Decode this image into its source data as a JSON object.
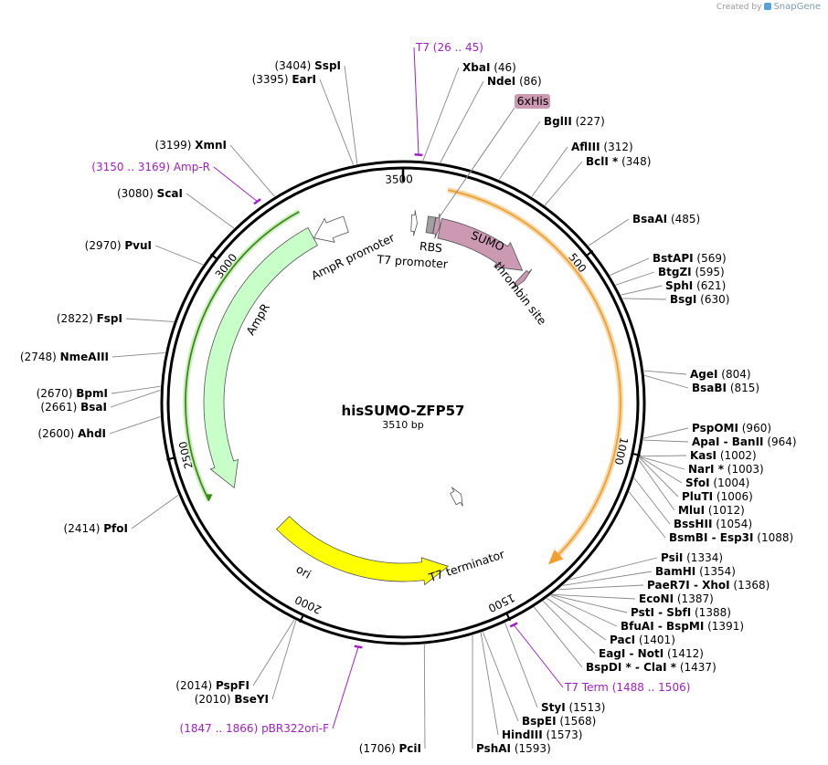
{
  "credit": {
    "text": "Created by",
    "brand": "SnapGene"
  },
  "plasmid": {
    "name": "hisSUMO-ZFP57",
    "length_label": "3510 bp",
    "length": 3510
  },
  "ticks": [
    {
      "pos": 500,
      "label": "500"
    },
    {
      "pos": 1000,
      "label": "1000"
    },
    {
      "pos": 1500,
      "label": "1500"
    },
    {
      "pos": 2000,
      "label": "2000"
    },
    {
      "pos": 2500,
      "label": "2500"
    },
    {
      "pos": 3000,
      "label": "3000"
    },
    {
      "pos": 3500,
      "label": "3500"
    }
  ],
  "features": [
    {
      "name": "AmpR",
      "start": 2371,
      "end": 3232,
      "strand": -1,
      "color": "#c8ffc8",
      "label": "AmpR"
    },
    {
      "name": "AmpR promoter",
      "start": 3233,
      "end": 3337,
      "strand": -1,
      "color": "#ffffff",
      "label": "AmpR promoter"
    },
    {
      "name": "ori",
      "start": 1605,
      "end": 2193,
      "strand": -1,
      "color": "#ffff00",
      "label": "ori"
    },
    {
      "name": "T7 promoter",
      "start": 26,
      "end": 44,
      "strand": 1,
      "color": "#ffffff",
      "label": "T7 promoter"
    },
    {
      "name": "RBS",
      "start": 75,
      "end": 97,
      "strand": 0,
      "color": "#a0a0a0",
      "label": "RBS"
    },
    {
      "name": "6xHis",
      "start": 98,
      "end": 115,
      "strand": 1,
      "color": "#cc99b2",
      "label": "6xHis"
    },
    {
      "name": "SUMO",
      "start": 116,
      "end": 410,
      "strand": 1,
      "color": "#cc99b2",
      "label": "SUMO"
    },
    {
      "name": "thrombin site",
      "start": 420,
      "end": 437,
      "strand": 1,
      "color": "#cc99b2",
      "label": "thrombin site"
    },
    {
      "name": "T7 terminator",
      "start": 1440,
      "end": 1487,
      "strand": -1,
      "color": "#ffffff",
      "label": "T7 terminator"
    }
  ],
  "orf_arcs": [
    {
      "name": "ZFP57 ORF",
      "start": 116,
      "end": 1330,
      "color": "#f0a030"
    },
    {
      "name": "AmpR ORF",
      "start": 2371,
      "end": 3232,
      "color": "#3a8a1a"
    }
  ],
  "sites": [
    {
      "name": "SspI",
      "pos": "(3404)",
      "side": "left"
    },
    {
      "name": "EarI",
      "pos": "(3395)",
      "side": "left"
    },
    {
      "name": "XmnI",
      "pos": "(3199)",
      "side": "left"
    },
    {
      "name": "ScaI",
      "pos": "(3080)",
      "side": "left"
    },
    {
      "name": "PvuI",
      "pos": "(2970)",
      "side": "left"
    },
    {
      "name": "FspI",
      "pos": "(2822)",
      "side": "left"
    },
    {
      "name": "NmeAIII",
      "pos": "(2748)",
      "side": "left"
    },
    {
      "name": "BpmI",
      "pos": "(2670)",
      "side": "left"
    },
    {
      "name": "BsaI",
      "pos": "(2661)",
      "side": "left"
    },
    {
      "name": "AhdI",
      "pos": "(2600)",
      "side": "left"
    },
    {
      "name": "PfoI",
      "pos": "(2414)",
      "side": "left"
    },
    {
      "name": "PspFI",
      "pos": "(2014)",
      "side": "left"
    },
    {
      "name": "BseYI",
      "pos": "(2010)",
      "side": "left"
    },
    {
      "name": "PciI",
      "pos": "(1706)",
      "side": "left"
    },
    {
      "name": "XbaI",
      "pos": "(46)",
      "side": "right"
    },
    {
      "name": "NdeI",
      "pos": "(86)",
      "side": "right"
    },
    {
      "name": "BglII",
      "pos": "(227)",
      "side": "right"
    },
    {
      "name": "AflIII",
      "pos": "(312)",
      "side": "right"
    },
    {
      "name": "BclI *",
      "pos": "(348)",
      "side": "right"
    },
    {
      "name": "BsaAI",
      "pos": "(485)",
      "side": "right"
    },
    {
      "name": "BstAPI",
      "pos": "(569)",
      "side": "right"
    },
    {
      "name": "BtgZI",
      "pos": "(595)",
      "side": "right"
    },
    {
      "name": "SphI",
      "pos": "(621)",
      "side": "right"
    },
    {
      "name": "BsgI",
      "pos": "(630)",
      "side": "right"
    },
    {
      "name": "AgeI",
      "pos": "(804)",
      "side": "right"
    },
    {
      "name": "BsaBI",
      "pos": "(815)",
      "side": "right"
    },
    {
      "name": "PspOMI",
      "pos": "(960)",
      "side": "right"
    },
    {
      "name": "ApaI  -  BanII",
      "pos": "(964)",
      "side": "right"
    },
    {
      "name": "KasI",
      "pos": "(1002)",
      "side": "right"
    },
    {
      "name": "NarI *",
      "pos": "(1003)",
      "side": "right"
    },
    {
      "name": "SfoI",
      "pos": "(1004)",
      "side": "right"
    },
    {
      "name": "PluTI",
      "pos": "(1006)",
      "side": "right"
    },
    {
      "name": "MluI",
      "pos": "(1012)",
      "side": "right"
    },
    {
      "name": "BssHII",
      "pos": "(1054)",
      "side": "right"
    },
    {
      "name": "BsmBI  -  Esp3I",
      "pos": "(1088)",
      "side": "right"
    },
    {
      "name": "PsiI",
      "pos": "(1334)",
      "side": "right"
    },
    {
      "name": "BamHI",
      "pos": "(1354)",
      "side": "right"
    },
    {
      "name": "PaeR7I  -  XhoI",
      "pos": "(1368)",
      "side": "right"
    },
    {
      "name": "EcoNI",
      "pos": "(1387)",
      "side": "right"
    },
    {
      "name": "PstI  -  SbfI",
      "pos": "(1388)",
      "side": "right"
    },
    {
      "name": "BfuAI  -  BspMI",
      "pos": "(1391)",
      "side": "right"
    },
    {
      "name": "PacI",
      "pos": "(1401)",
      "side": "right"
    },
    {
      "name": "EagI  -  NotI",
      "pos": "(1412)",
      "side": "right"
    },
    {
      "name": "BspDI *  -  ClaI *",
      "pos": "(1437)",
      "side": "right"
    },
    {
      "name": "StyI",
      "pos": "(1513)",
      "side": "right"
    },
    {
      "name": "BspEI",
      "pos": "(1568)",
      "side": "right"
    },
    {
      "name": "HindIII",
      "pos": "(1573)",
      "side": "right"
    },
    {
      "name": "PshAI",
      "pos": "(1593)",
      "side": "right"
    }
  ],
  "primers": [
    {
      "name": "T7",
      "range": "(26 .. 45)",
      "pos": 35,
      "side": "right"
    },
    {
      "name": "Amp-R",
      "range": "(3150 .. 3169)",
      "pos": 3160,
      "side": "left"
    },
    {
      "name": "T7 Term",
      "range": "(1488 .. 1506)",
      "pos": 1497,
      "side": "right"
    },
    {
      "name": "pBR322ori-F",
      "range": "(1847 .. 1866)",
      "pos": 1856,
      "side": "left"
    }
  ]
}
